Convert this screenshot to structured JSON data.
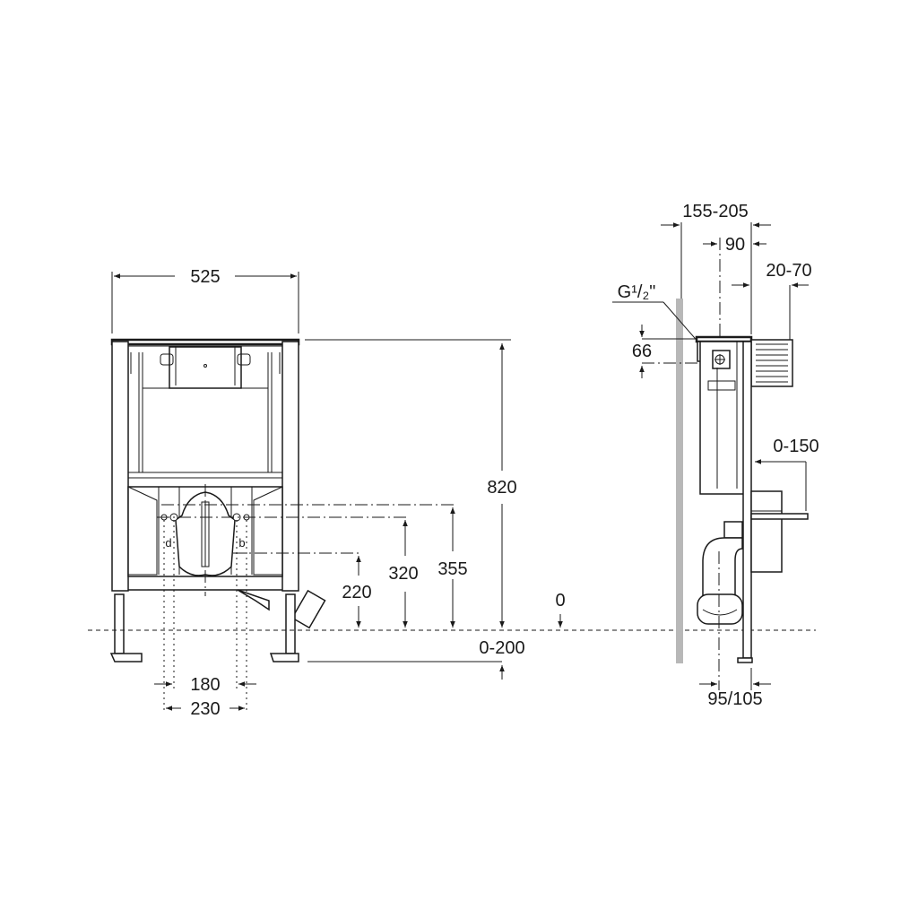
{
  "front_view": {
    "width_label": "525",
    "height_label": "820",
    "flush_height_label": "355",
    "bolt_height_label": "320",
    "outlet_height_label": "220",
    "floor_label": "0",
    "leg_adjust_label": "0-200",
    "inner_bolt_spacing_label": "180",
    "outer_bolt_spacing_label": "230",
    "bolt_marker_left": "d",
    "bolt_marker_right": "b"
  },
  "side_view": {
    "wall_depth_label": "155-205",
    "inlet_offset_label": "90",
    "panel_depth_label": "20-70",
    "inlet_thread_label": "G¹/₂\"",
    "inlet_drop_label": "66",
    "pipe_extension_label": "0-150",
    "outlet_offset_label": "95/105"
  },
  "colors": {
    "line": "#1a1a1a",
    "wall": "#b8b8b8",
    "background": "#ffffff"
  }
}
